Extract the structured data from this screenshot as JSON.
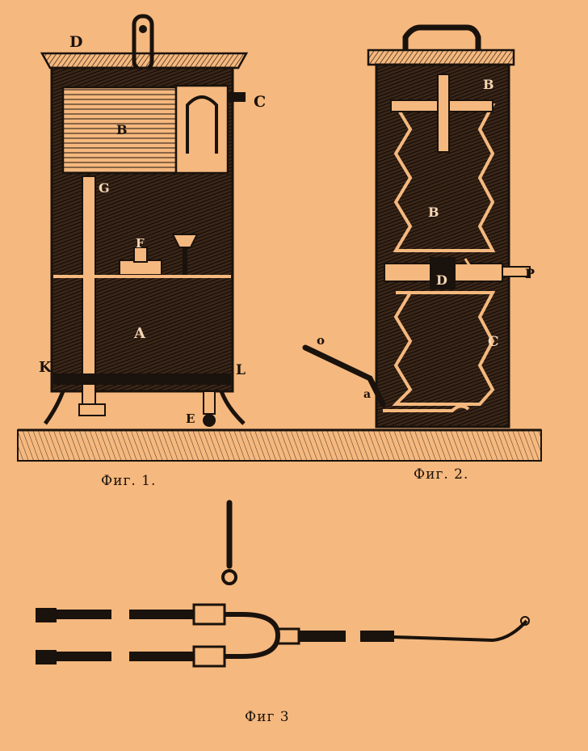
{
  "figures": [
    {
      "caption": "Фиг. 1.",
      "labels": {
        "D": "D",
        "C": "C",
        "B": "B",
        "G": "G",
        "F": "F",
        "A": "A",
        "K": "K",
        "L": "L",
        "E": "E"
      }
    },
    {
      "caption": "Фиг. 2.",
      "labels": {
        "B_top": "B",
        "B_mid": "B",
        "D": "D",
        "P": "P",
        "C": "C",
        "o": "o",
        "a": "a"
      }
    },
    {
      "caption": "Фиг 3"
    }
  ],
  "colors": {
    "background": "#f5b87e",
    "ink": "#1a120c"
  }
}
